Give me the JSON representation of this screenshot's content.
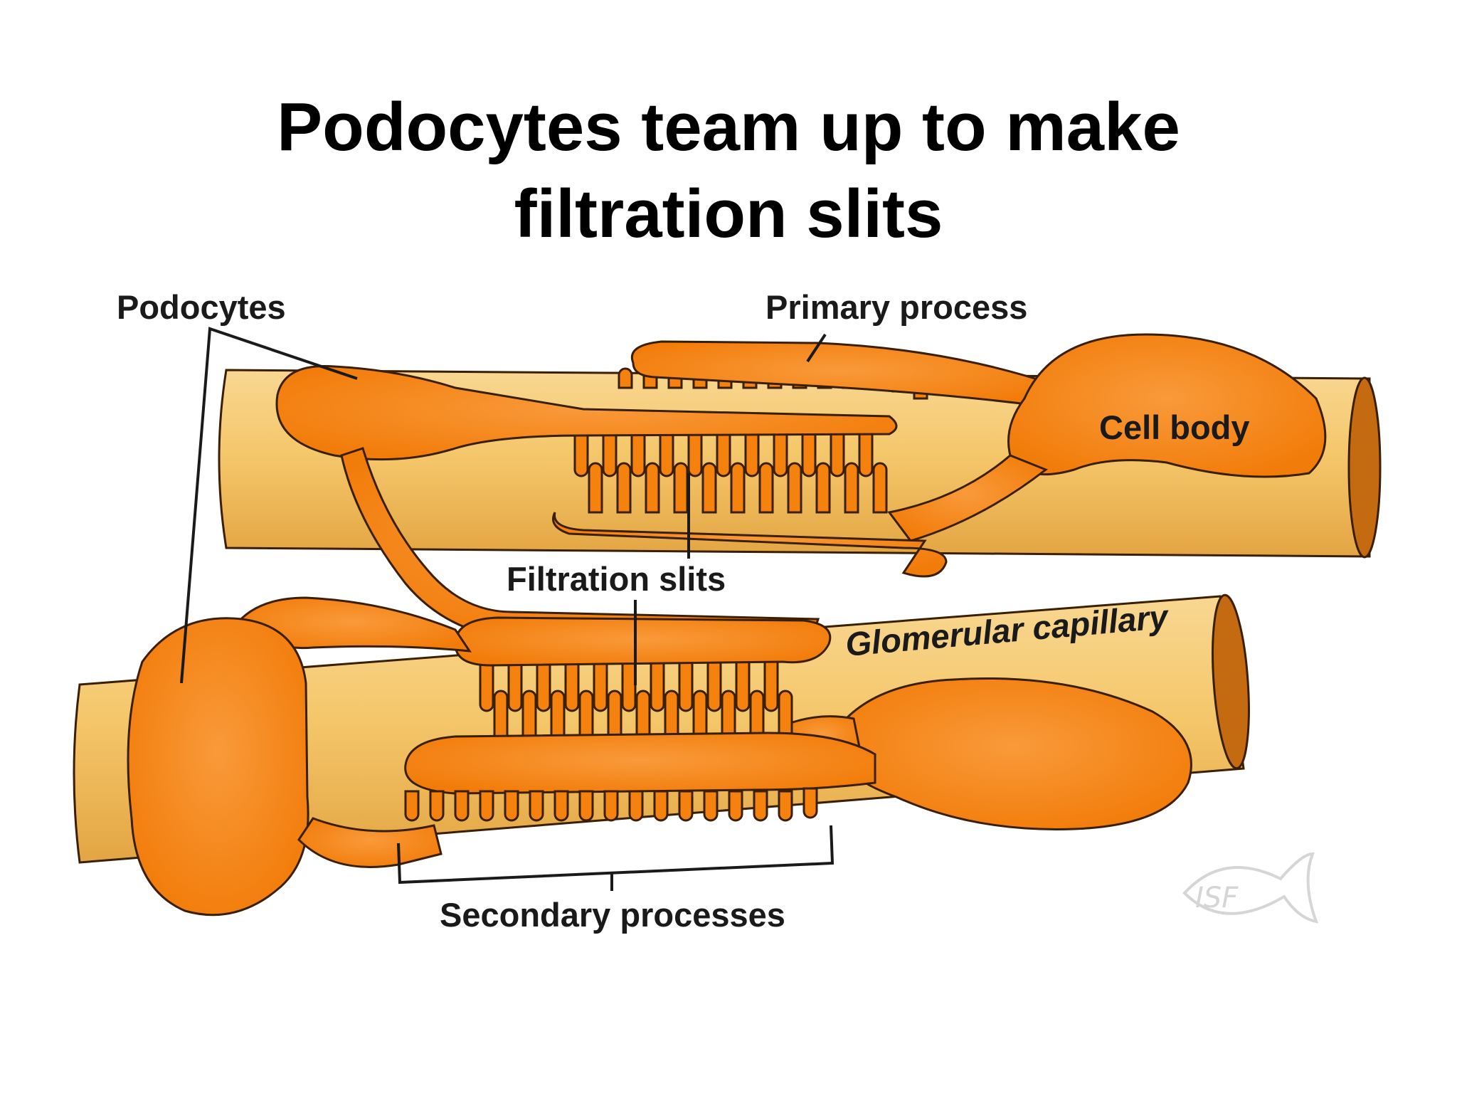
{
  "title": {
    "line1": "Podocytes team up to make",
    "line2": "filtration slits"
  },
  "labels": {
    "podocytes": "Podocytes",
    "primary_process": "Primary process",
    "cell_body": "Cell body",
    "filtration_slits": "Filtration slits",
    "glomerular_capillary": "Glomerular capillary",
    "secondary_processes": "Secondary processes"
  },
  "colors": {
    "podocyte": "#f5820e",
    "podocyte_outline": "#3a1f00",
    "capillary": "#f3c46c",
    "capillary_shade": "#e7ad45",
    "capillary_lumen": "#c46a10"
  },
  "watermark": "ISF"
}
